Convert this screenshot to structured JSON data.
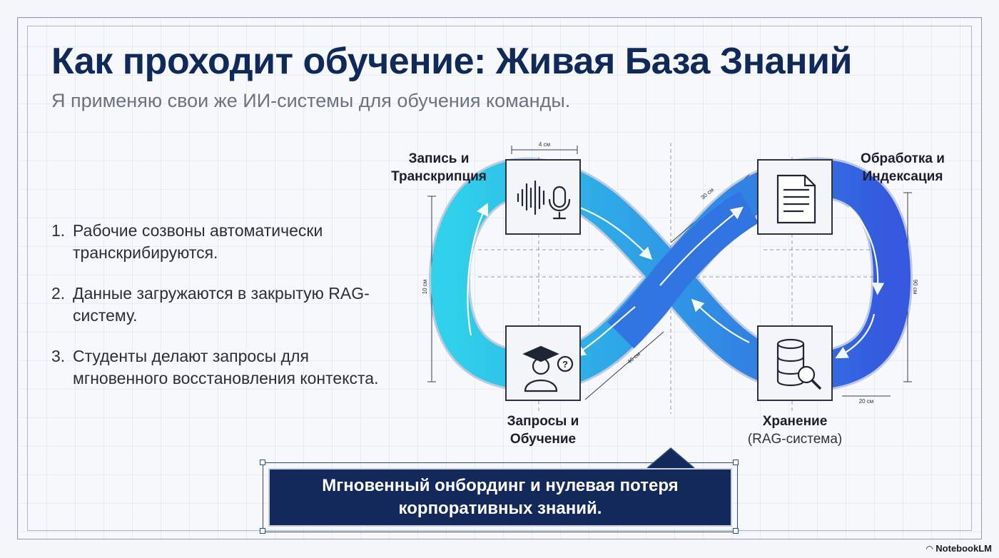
{
  "title": "Как проходит обучение: Живая База Знаний",
  "subtitle": "Я применяю свои же ИИ-системы для обучения команды.",
  "steps": [
    {
      "num": "1.",
      "text": "Рабочие созвоны автоматически транскрибируются."
    },
    {
      "num": "2.",
      "text": "Данные загружаются в закрытую RAG-систему."
    },
    {
      "num": "3.",
      "text": "Студенты делают запросы для мгновенного восстановления контекста."
    }
  ],
  "nodes": {
    "record": {
      "line1": "Запись и",
      "line2": "Транскрипция",
      "icon": "audio-wave-microphone-icon"
    },
    "process": {
      "line1": "Обработка и",
      "line2": "Индексация",
      "icon": "document-icon"
    },
    "query": {
      "line1": "Запросы и",
      "line2": "Обучение",
      "icon": "student-question-icon"
    },
    "storage": {
      "line1": "Хранение",
      "line2": "(RAG-система)",
      "icon": "database-search-icon"
    }
  },
  "dimensions": {
    "top": "4 см",
    "diag_top": "30 см",
    "left": "10 см",
    "right": "90 см",
    "diag_bottom": "40 см",
    "bottom_right": "20 см"
  },
  "banner": "Мгновенный онбординг и нулевая потеря корпоративных знаний.",
  "brand": "NotebookLM",
  "colors": {
    "navy": "#13295a",
    "cyan": "#2ec3e6",
    "blue": "#3566e0"
  }
}
